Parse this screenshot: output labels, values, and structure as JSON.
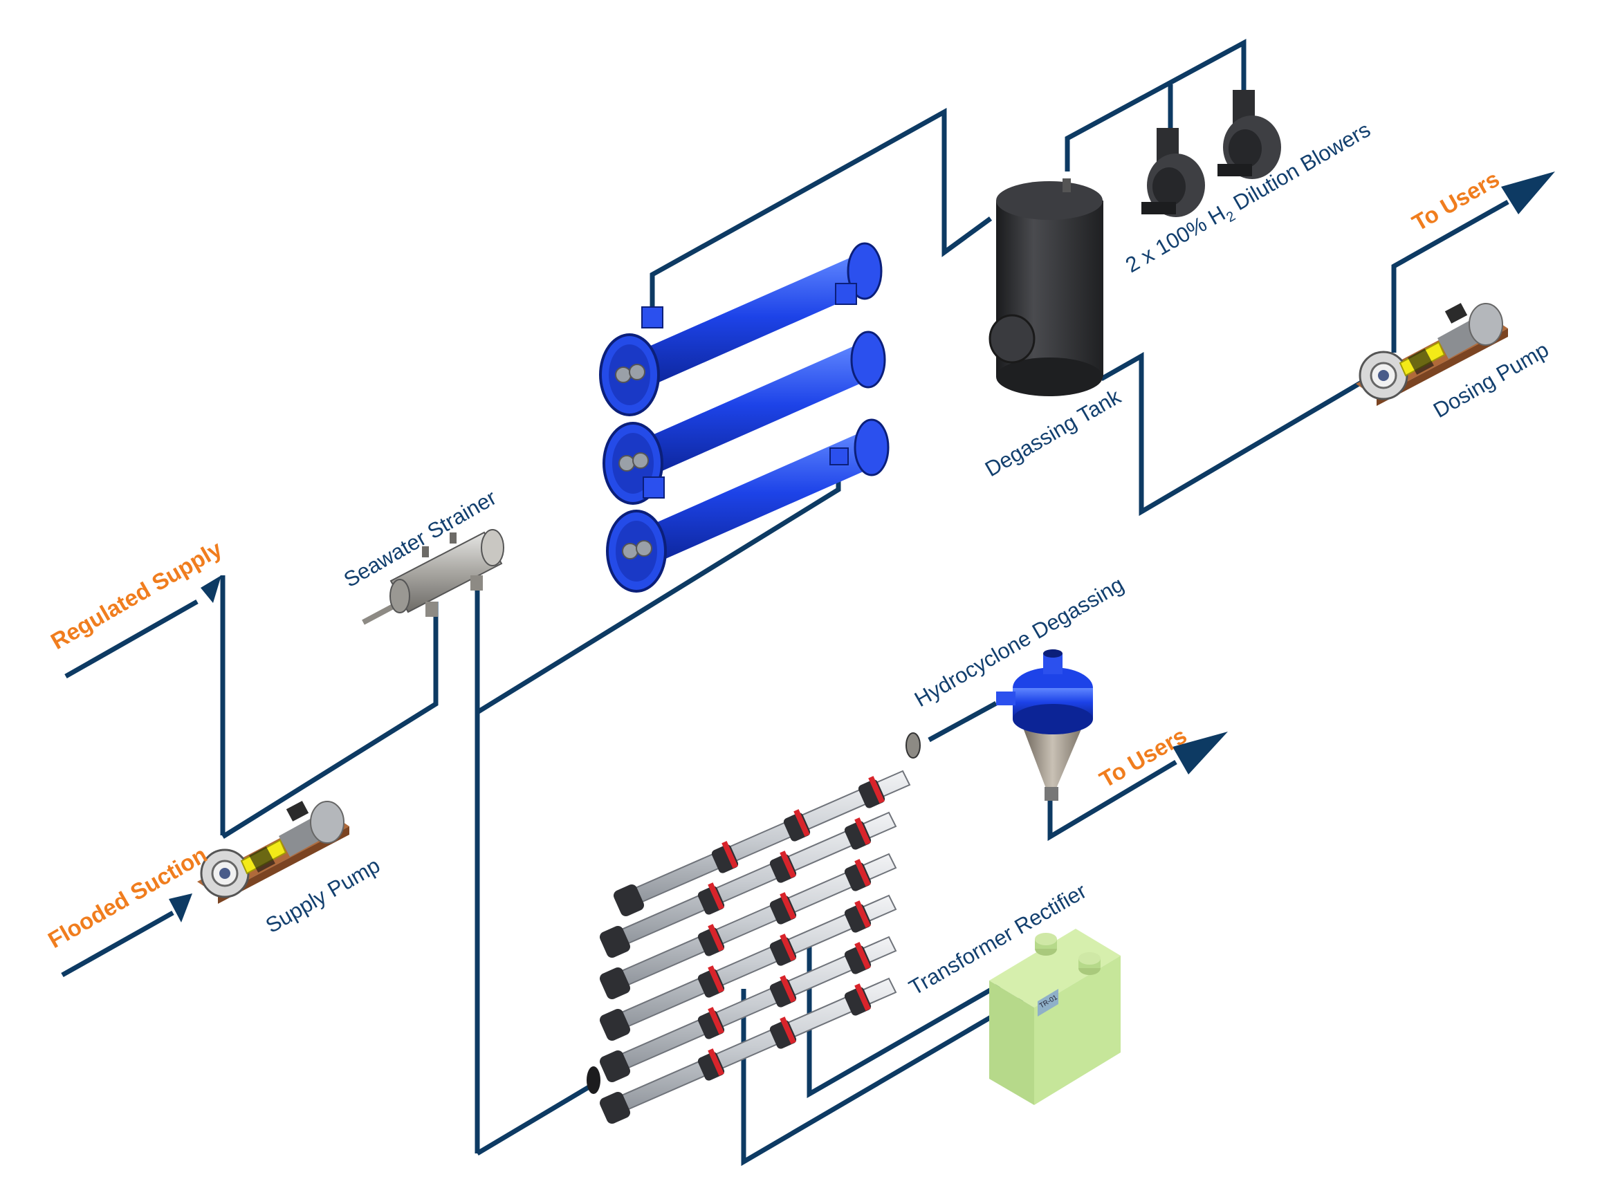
{
  "colors": {
    "pipe": "#0d3a63",
    "label_blue": "#123f6e",
    "label_orange": "#f07d1e",
    "exchanger_blue": "#1d43e8",
    "tank_dark": "#2c2d30",
    "rectifier_green": "#c6e69a",
    "skid_brown": "#b06a3a",
    "cell_grey": "#c9cdd2",
    "cell_red": "#d8242b"
  },
  "labels": {
    "regulated_supply": "Regulated Supply",
    "flooded_suction": "Flooded Suction",
    "supply_pump": "Supply Pump",
    "seawater_strainer": "Seawater Strainer",
    "degassing_tank": "Degassing Tank",
    "dilution_blowers_prefix": "2 x 100% H",
    "dilution_blowers_sub": "2",
    "dilution_blowers_suffix": " Dilution Blowers",
    "to_users_top": "To Users",
    "dosing_pump": "Dosing Pump",
    "hydrocyclone_degassing": "Hydrocyclone Degassing",
    "to_users_mid": "To Users",
    "transformer_rectifier": "Transformer Rectifier",
    "rectifier_plate": "TR-01"
  },
  "icons": {
    "supply_pump": "centrifugal-pump-icon",
    "dosing_pump": "centrifugal-pump-icon",
    "strainer": "strainer-icon",
    "heat_exchangers": "shell-and-tube-exchanger-icon",
    "degassing_tank": "vessel-icon",
    "blowers": "blower-icon",
    "hydrocyclone": "hydrocyclone-icon",
    "electrolyser": "electrolyser-cell-icon",
    "rectifier": "transformer-rectifier-icon",
    "flow_arrow": "arrow-icon"
  }
}
